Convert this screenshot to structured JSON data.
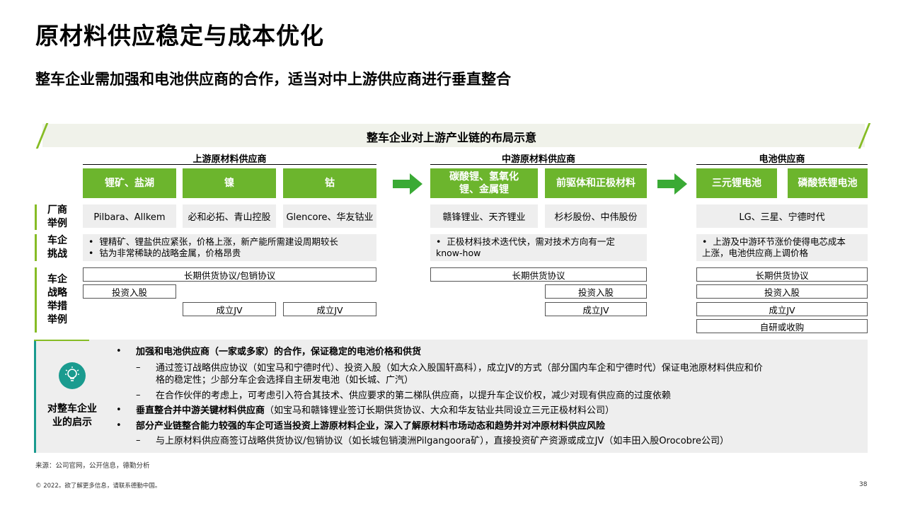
{
  "title": "原材料供应稳定与成本优化",
  "subtitle": "整车企业需加强和电池供应商的合作，适当对中上游供应商进行垂直整合",
  "diagram_title": "整车企业对上游产业链的布局示意",
  "sections": {
    "upstream": "上游原材料供应商",
    "midstream": "中游原材料供应商",
    "battery": "电池供应商"
  },
  "categories": {
    "c1": "锂矿、盐湖",
    "c2": "镍",
    "c3": "钴",
    "c4_l1": "碳酸锂、氢氧化",
    "c4_l2": "锂、金属锂",
    "c5": "前驱体和正极材料",
    "c6": "三元锂电池",
    "c7": "磷酸铁锂电池"
  },
  "row_labels": {
    "vendors_l1": "厂商",
    "vendors_l2": "举例",
    "challenges_l1": "车企",
    "challenges_l2": "挑战",
    "measures_l1": "车企",
    "measures_l2": "战略",
    "measures_l3": "举措",
    "measures_l4": "举例"
  },
  "vendors": {
    "v1": "Pilbara、Allkem",
    "v2": "必和必拓、青山控股",
    "v3": "Glencore、华友钴业",
    "v4": "赣锋锂业、天齐锂业",
    "v5": "杉杉股份、中伟股份",
    "v6": "LG、三星、宁德时代"
  },
  "challenges": {
    "up_1": "锂精矿、锂盐供应紧张，价格上涨，新产能所需建设周期较长",
    "up_2": "钴为非常稀缺的战略金属，价格昂贵",
    "mid_1": "正极材料技术迭代快，需对技术方向有一定",
    "mid_2": "know-how",
    "bat_1": "上游及中游环节涨价使得电芯成本",
    "bat_2": "上涨，电池供应商上调价格"
  },
  "measures": {
    "up_long": "长期供货协议/包销协议",
    "up_invest": "投资入股",
    "up_jv1": "成立JV",
    "up_jv2": "成立JV",
    "mid_long": "长期供货协议",
    "mid_invest": "投资入股",
    "mid_jv": "成立JV",
    "bat_long": "长期供货协议",
    "bat_invest": "投资入股",
    "bat_jv": "成立JV",
    "bat_self": "自研或收购"
  },
  "insight": {
    "label_l1": "对整车企业",
    "label_l2": "业的启示",
    "b1": "加强和电池供应商（一家或多家）的合作，保证稳定的电池价格和供货",
    "b1_s1_l1": "通过签订战略供应协议（如宝马和宁德时代）、投资入股（如大众入股国轩高科），成立JV的方式（部分国内车企和宁德时代）保证电池原材料供应和价",
    "b1_s1_l2": "格的稳定性；少部分车企会选择自主研发电池（如长城、广汽）",
    "b1_s2": "在合作伙伴的考虑上，可考虑引入符合其技术、供应要求的第二梯队供应商，以提升车企议价权，减少对现有供应商的过度依赖",
    "b2_bold": "垂直整合并中游关键材料供应商",
    "b2_rest": "（如宝马和赣锋锂业签订长期供货协议、大众和华友钴业共同设立三元正极材料公司）",
    "b3": "部分产业链整合能力较强的车企可适当投资上游原材料企业，深入了解原材料市场动态和趋势并对冲原材料供应风险",
    "b3_s1": "与上原材料供应商签订战略供货协议/包销协议（如长城包销澳洲Pilgangoora矿），直接投资矿产资源或成立JV（如丰田入股Orocobre公司）",
    "bullet_dot": "•",
    "bullet_dash": "–"
  },
  "footer": {
    "source": "来源：公司官网，公开信息，德勤分析",
    "copyright": "© 2022。欲了解更多信息，请联系德勤中国。",
    "page": "38"
  },
  "colors": {
    "green": "#6cb52d",
    "teal": "#1a9b8f",
    "accent": "#86bc25"
  }
}
